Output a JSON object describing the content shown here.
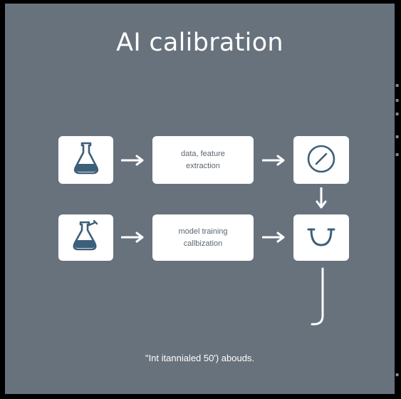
{
  "diagram": {
    "title": "AI calibration",
    "steps": [
      {
        "label": "data, feature\nextraction"
      },
      {
        "label": "model training\ncallbization"
      }
    ],
    "caption": "\"Int itannialed 50') abouds."
  },
  "colors": {
    "background": "#68727c",
    "box": "#ffffff",
    "icon": "#3d5f7a",
    "arrow": "#ffffff"
  },
  "icons": [
    "flask-icon",
    "flask-stopper-icon",
    "gauge-icon",
    "u-tube-icon"
  ]
}
